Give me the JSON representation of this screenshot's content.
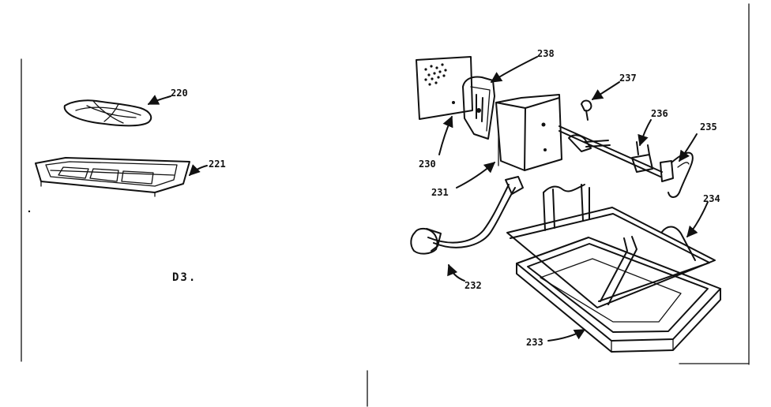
{
  "figure_code": "D3.",
  "callouts": {
    "p220": "220",
    "p221": "221",
    "p230": "230",
    "p231": "231",
    "p232": "232",
    "p233": "233",
    "p234": "234",
    "p235": "235",
    "p236": "236",
    "p237": "237",
    "p238": "238"
  }
}
